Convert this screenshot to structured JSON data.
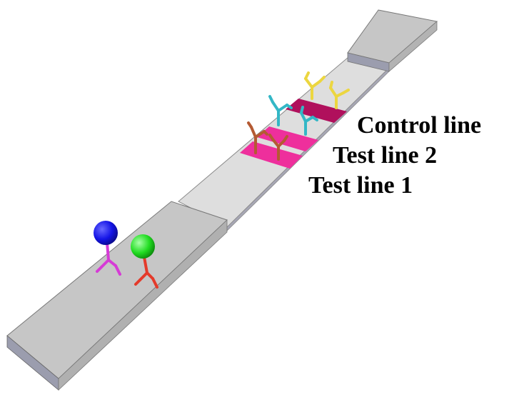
{
  "labels": {
    "control_line": "Control line",
    "test_line_2": "Test line 2",
    "test_line_1": "Test line 1"
  },
  "colors": {
    "background": "#ffffff",
    "membrane": "#dedede",
    "pad": "#c6c6c6",
    "pad_side": "#9b9dae",
    "control_band": "#b0105c",
    "test_band": "#ee2f9c",
    "label_text": "#000000",
    "gold_particle_blue": "#1414e6",
    "gold_particle_green": "#22dd22",
    "antibody_magenta": "#d63bd6",
    "antibody_red": "#e43a2a",
    "antibody_brown": "#b45a32",
    "antibody_cyan": "#33b7c6",
    "antibody_yellow": "#ecd640"
  }
}
